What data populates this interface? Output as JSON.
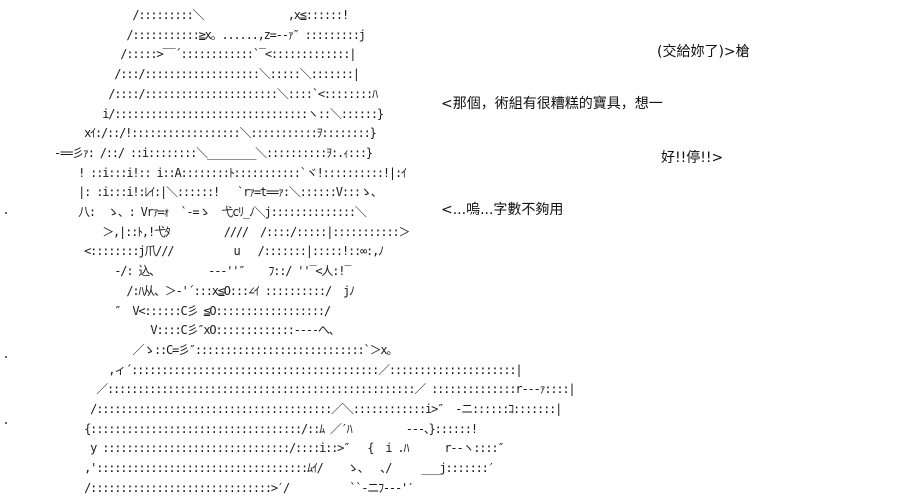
{
  "dialogue": {
    "line1": "(交給妳了)>槍",
    "line2": "<那個，術組有很糟糕的寶具，想一",
    "line3": "好!!停!!>",
    "line4": "<...嗚...字數不夠用"
  },
  "ascii_art": {
    "lines": [
      "              /:::::::::＼              ,x≦::::::!",
      "             /:::::::::::≧x。......,z=‐‐ｧ″ :::::::::j",
      "            /:::::>‾‾´::::::::::::`‾<:::::::::::::|",
      "           /:::/:::::::::::::::::::＼:::::＼:::::::|",
      "          /::::/::::::::::::::::::::::＼::::`<::::::::ﾊ",
      "         i/::::::::::::::::::::::::::::::::ヽ::＼::::::}",
      "      xｲ:/::/!::::::::::::::::::＼:::::::::::ｦ::::::::}",
      " ‐==彡ｧ: /::/ ::i::::::::＼________＼::::::::::ｦ:.ｨ:::}",
      "     ! ::i:::i!:: i::A::::::::ﾄ:::::::::::`ヾ!::::::::::!|:ｲ",
      "     |: :i:::i!:ﾚｲ:|＼::::::!   `rｧ=t==ｧ:＼::::::V:::ゝ、",
      "     八:  ゝ、: Vrｧ=ｫ  `‐=ゝ  弋cﾘ_ﾉ＼j::::::::::::::＼",
      "         ＞,|::ﾄ,!弋ﾀ         ////  /::::/:::::|:::::::::::＞",
      "      <::::::::j爪///          u   /:::::::|:::::!::∞:,ﾉ",
      "           ‐/: 込、        ‐‐‐''″    ﾌ::/ ''‾<人:!‾",
      "             /:ﾊ从、＞‐'´:::x≦O:::∠ｲ ::::::::::/  jﾉ",
      "           ″  V<::::::C彡 ≦O::::::::::::::::::/",
      "                 V::::C彡″xO:::::::::::::‐‐‐‐へ、",
      "              ／ゝ::C=彡″::::::::::::::::::::::::::::`＞x。",
      "          ,ィ´:::::::::::::::::::::::::::::::::::::::::／:::::::::::::::::::::|",
      "        ／:::::::::::::::::::::::::::::::::::::::::::::::::::／ ::::::::::::::r‐‐‐ｧ::::|",
      "       /:::::::::::::::::::::::::::::::::::::::／＼::::::::::::i>″  ‐ニ::::::ｺ:::::::|",
      "      {:::::::::::::::::::::::::::::::::::/::ﾑ ／′ﾊ         ‐‐‐、}::::::!",
      "       y :::::::::::::::::::::::::::::::/::::i::>″   {  i .ﾊ      r‐‐ヽ::::″",
      "      ,':::::::::::::::::::::::::::::::::::ﾑｲ/    ゝ、  ､/     ___j:::::::′",
      "      /::::::::::::::::::::::::::::::>′/          ``‐ニﾌ‐‐‐'′"
    ]
  }
}
